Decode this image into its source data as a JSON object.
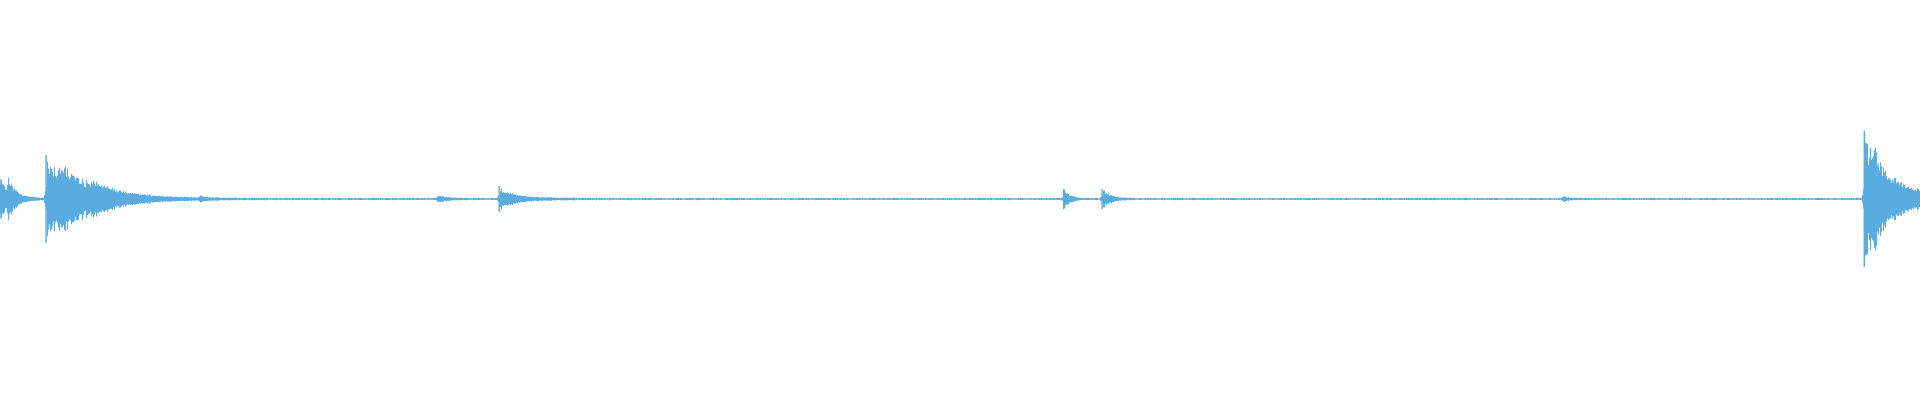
{
  "colors": {
    "background": "#ffffff",
    "waveform": "#5aace0"
  },
  "chart_data": {
    "type": "area",
    "title": "",
    "xlabel": "",
    "ylabel": "",
    "xlim": [
      0,
      1
    ],
    "ylim": [
      -1,
      1
    ],
    "grid": false,
    "legend": "none",
    "baseline_amplitude": 0.004,
    "events": [
      {
        "x": 0.0,
        "amp": 0.1,
        "decay": 0.005
      },
      {
        "x": 0.004,
        "amp": 0.07,
        "decay": 0.004
      },
      {
        "x": 0.024,
        "amp": 0.22,
        "decay": 0.018
      },
      {
        "x": 0.03,
        "amp": 0.04,
        "decay": 0.025
      },
      {
        "x": 0.048,
        "amp": 0.03,
        "decay": 0.01
      },
      {
        "x": 0.104,
        "amp": 0.012,
        "decay": 0.003
      },
      {
        "x": 0.228,
        "amp": 0.014,
        "decay": 0.006
      },
      {
        "x": 0.26,
        "amp": 0.065,
        "decay": 0.004
      },
      {
        "x": 0.264,
        "amp": 0.018,
        "decay": 0.015
      },
      {
        "x": 0.554,
        "amp": 0.05,
        "decay": 0.003
      },
      {
        "x": 0.574,
        "amp": 0.05,
        "decay": 0.004
      },
      {
        "x": 0.814,
        "amp": 0.01,
        "decay": 0.004
      },
      {
        "x": 0.971,
        "amp": 0.34,
        "decay": 0.006
      },
      {
        "x": 0.9735,
        "amp": 0.1,
        "decay": 0.02
      },
      {
        "x": 0.976,
        "amp": 0.05,
        "decay": 0.03
      }
    ]
  }
}
